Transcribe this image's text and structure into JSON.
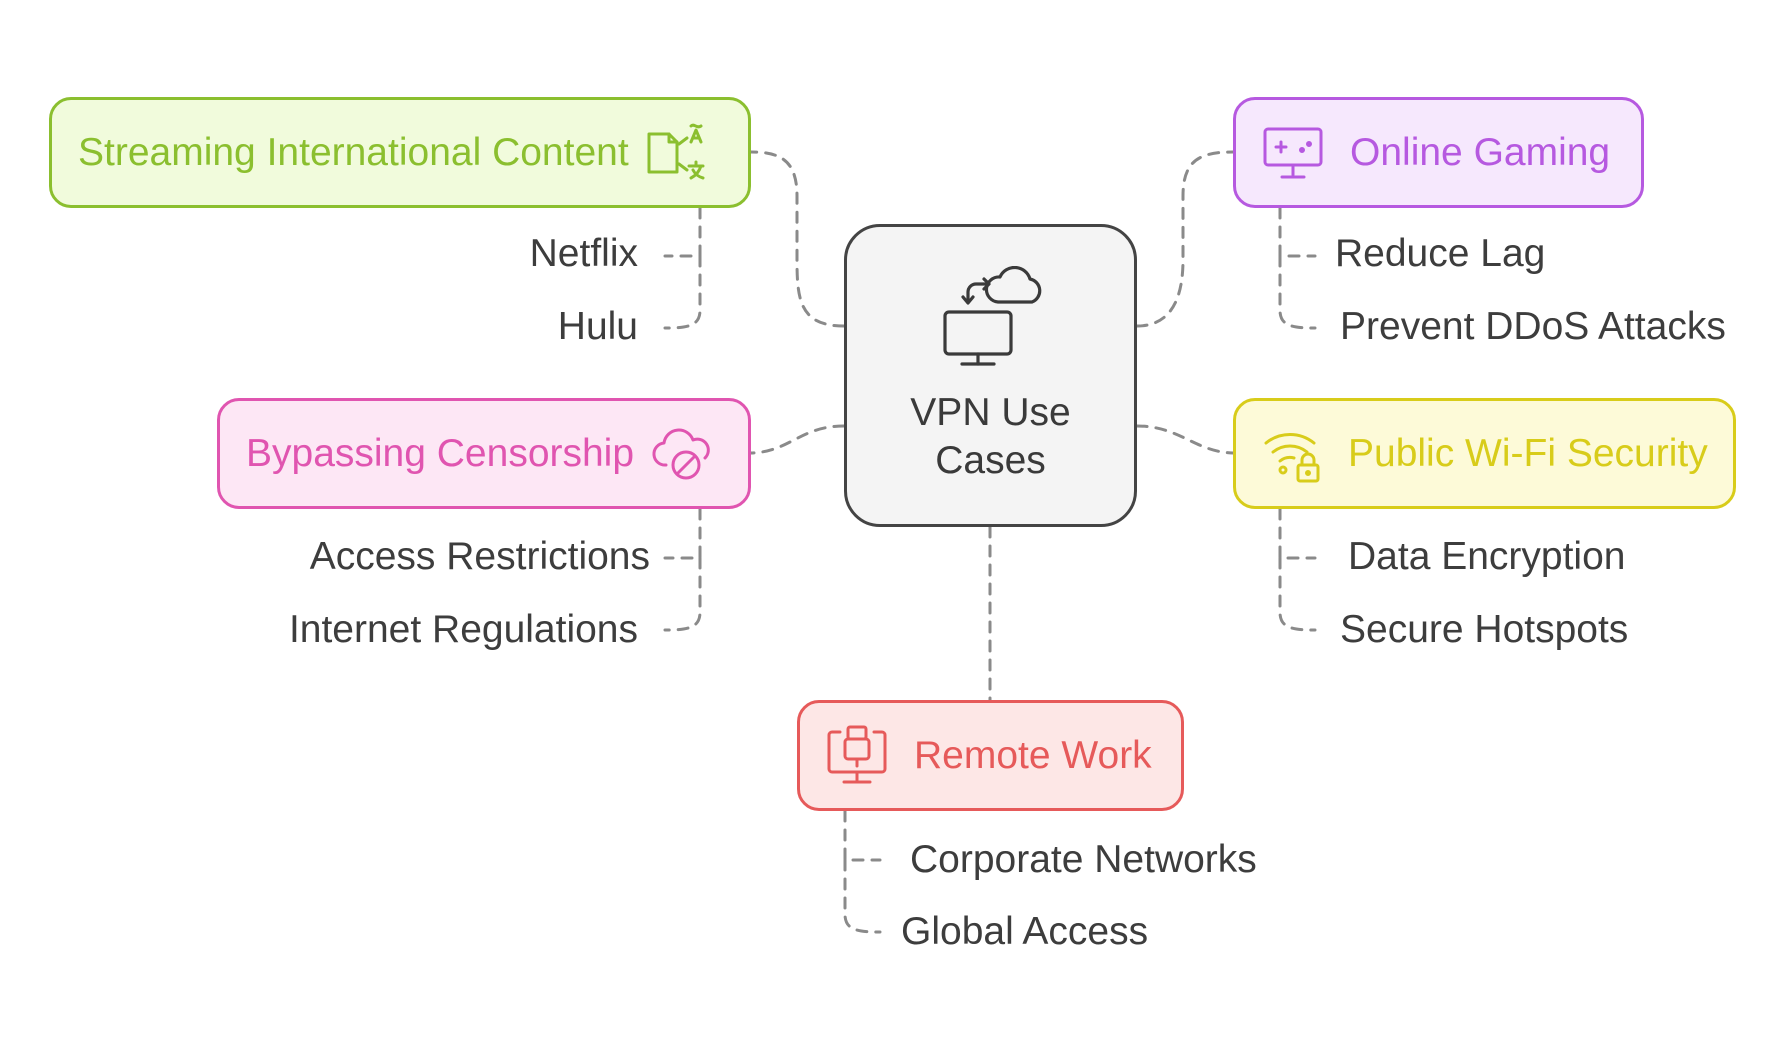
{
  "center": {
    "title": "VPN Use Cases",
    "icon": "cloud-sync-monitor-icon"
  },
  "branches": {
    "streaming": {
      "label": "Streaming International Content",
      "icon": "translate-document-icon",
      "color": "#8bbf2f",
      "fill": "#f1fbdc",
      "items": [
        "Netflix",
        "Hulu"
      ]
    },
    "gaming": {
      "label": "Online Gaming",
      "icon": "game-monitor-icon",
      "color": "#b659e0",
      "fill": "#f6e8fd",
      "items": [
        "Reduce Lag",
        "Prevent DDoS Attacks"
      ]
    },
    "censorship": {
      "label": "Bypassing Censorship",
      "icon": "cloud-blocked-icon",
      "color": "#e055b0",
      "fill": "#fde7f5",
      "items": [
        "Access Restrictions",
        "Internet Regulations"
      ]
    },
    "wifi": {
      "label": "Public Wi-Fi Security",
      "icon": "wifi-lock-icon",
      "color": "#d8cc1a",
      "fill": "#fdfad8",
      "items": [
        "Data Encryption",
        "Secure Hotspots"
      ]
    },
    "remote": {
      "label": "Remote Work",
      "icon": "usb-monitor-icon",
      "color": "#e65a5a",
      "fill": "#fde7e6",
      "items": [
        "Corporate Networks",
        "Global Access"
      ]
    }
  },
  "connector_color": "#8a8a8a"
}
